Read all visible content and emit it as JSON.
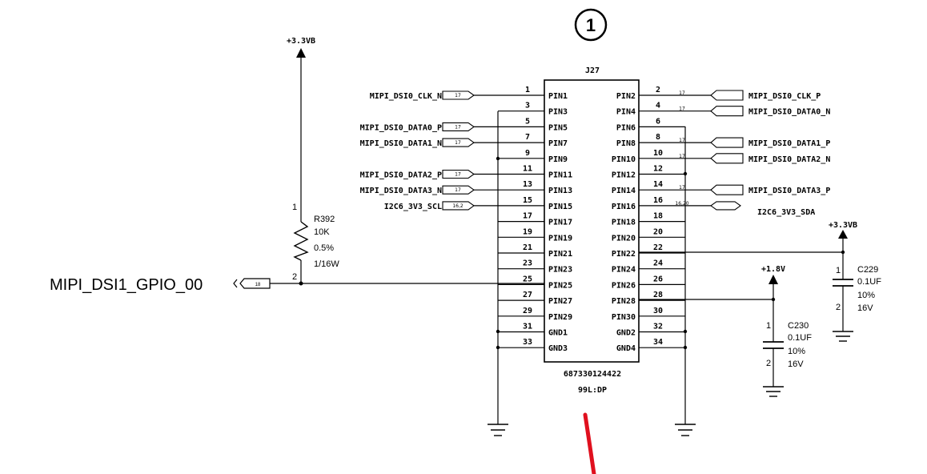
{
  "marker": {
    "label": "1"
  },
  "connector": {
    "ref": "J27",
    "part_number": "687330124422",
    "footprint": "99L:DP",
    "left_pins": [
      {
        "num": "1",
        "name": "PIN1",
        "net": "MIPI_DSI0_CLK_N",
        "page": "17"
      },
      {
        "num": "3",
        "name": "PIN3",
        "net": "",
        "page": ""
      },
      {
        "num": "5",
        "name": "PIN5",
        "net": "MIPI_DSI0_DATA0_P",
        "page": "17"
      },
      {
        "num": "7",
        "name": "PIN7",
        "net": "MIPI_DSI0_DATA1_N",
        "page": "17"
      },
      {
        "num": "9",
        "name": "PIN9",
        "net": "",
        "page": ""
      },
      {
        "num": "11",
        "name": "PIN11",
        "net": "MIPI_DSI0_DATA2_P",
        "page": "17"
      },
      {
        "num": "13",
        "name": "PIN13",
        "net": "MIPI_DSI0_DATA3_N",
        "page": "17"
      },
      {
        "num": "15",
        "name": "PIN15",
        "net": "I2C6_3V3_SCL",
        "page": "16,2"
      },
      {
        "num": "17",
        "name": "PIN17",
        "net": "",
        "page": ""
      },
      {
        "num": "19",
        "name": "PIN19",
        "net": "",
        "page": ""
      },
      {
        "num": "21",
        "name": "PIN21",
        "net": "",
        "page": ""
      },
      {
        "num": "23",
        "name": "PIN23",
        "net": "",
        "page": ""
      },
      {
        "num": "25",
        "name": "PIN25",
        "net": "",
        "page": ""
      },
      {
        "num": "27",
        "name": "PIN27",
        "net": "",
        "page": ""
      },
      {
        "num": "29",
        "name": "PIN29",
        "net": "",
        "page": ""
      },
      {
        "num": "31",
        "name": "GND1",
        "net": "",
        "page": ""
      },
      {
        "num": "33",
        "name": "GND3",
        "net": "",
        "page": ""
      }
    ],
    "right_pins": [
      {
        "num": "2",
        "name": "PIN2",
        "net": "MIPI_DSI0_CLK_P",
        "page": "17"
      },
      {
        "num": "4",
        "name": "PIN4",
        "net": "MIPI_DSI0_DATA0_N",
        "page": "17"
      },
      {
        "num": "6",
        "name": "PIN6",
        "net": "",
        "page": ""
      },
      {
        "num": "8",
        "name": "PIN8",
        "net": "MIPI_DSI0_DATA1_P",
        "page": "17"
      },
      {
        "num": "10",
        "name": "PIN10",
        "net": "MIPI_DSI0_DATA2_N",
        "page": "17"
      },
      {
        "num": "12",
        "name": "PIN12",
        "net": "",
        "page": ""
      },
      {
        "num": "14",
        "name": "PIN14",
        "net": "MIPI_DSI0_DATA3_P",
        "page": "17"
      },
      {
        "num": "16",
        "name": "PIN16",
        "net": "I2C6_3V3_SDA",
        "page": "16,20"
      },
      {
        "num": "18",
        "name": "PIN18",
        "net": "",
        "page": ""
      },
      {
        "num": "20",
        "name": "PIN20",
        "net": "",
        "page": ""
      },
      {
        "num": "22",
        "name": "PIN22",
        "net": "",
        "page": ""
      },
      {
        "num": "24",
        "name": "PIN24",
        "net": "",
        "page": ""
      },
      {
        "num": "26",
        "name": "PIN26",
        "net": "",
        "page": ""
      },
      {
        "num": "28",
        "name": "PIN28",
        "net": "",
        "page": ""
      },
      {
        "num": "30",
        "name": "PIN30",
        "net": "",
        "page": ""
      },
      {
        "num": "32",
        "name": "GND2",
        "net": "",
        "page": ""
      },
      {
        "num": "34",
        "name": "GND4",
        "net": "",
        "page": ""
      }
    ]
  },
  "resistor": {
    "ref": "R392",
    "value": "10K",
    "tolerance": "0.5%",
    "power": "1/16W",
    "pin_top": "1",
    "pin_bottom": "2",
    "rail": "+3.3VB"
  },
  "gpio": {
    "net": "MIPI_DSI1_GPIO_00",
    "page": "18"
  },
  "cap_c229": {
    "ref": "C229",
    "value": "0.1UF",
    "tolerance": "10%",
    "voltage": "16V",
    "pin_top": "1",
    "pin_bottom": "2",
    "rail": "+3.3VB"
  },
  "cap_c230": {
    "ref": "C230",
    "value": "0.1UF",
    "tolerance": "10%",
    "voltage": "16V",
    "pin_top": "1",
    "pin_bottom": "2",
    "rail": "+1.8V"
  },
  "colors": {
    "ink": "#000000",
    "annotation": "#e0101e"
  }
}
